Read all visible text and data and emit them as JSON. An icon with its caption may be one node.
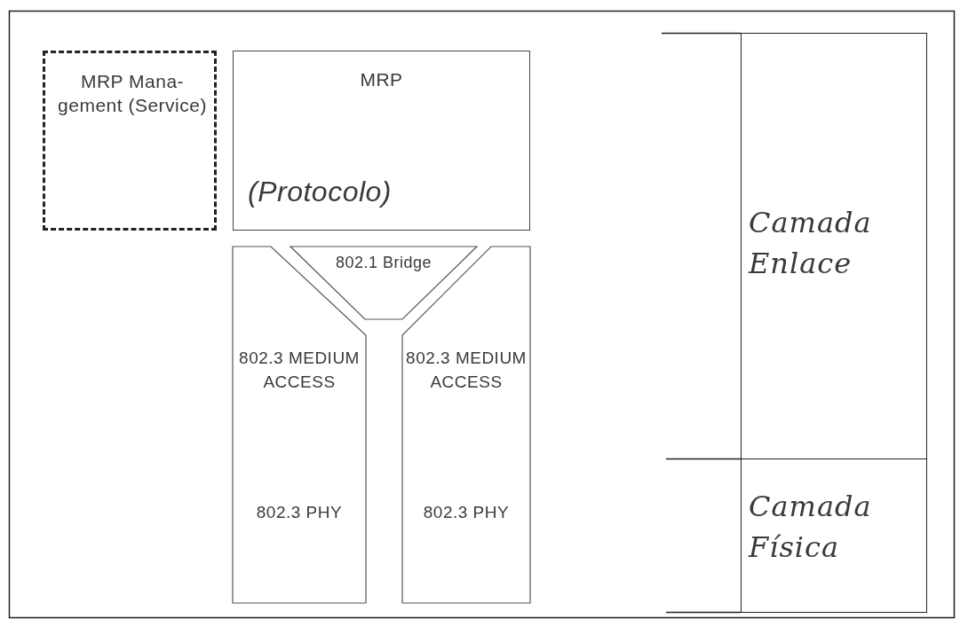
{
  "diagram": {
    "nodes": [
      {
        "text": [
          "MRP Mana- gement (Service)"
        ]
      },
      {
        "text": [
          "MRP",
          "(Protocolo)"
        ]
      },
      {
        "text": [
          "802.1 Bridge"
        ]
      },
      {
        "text": [
          "802.3 MEDIUM ACCESS",
          "802.3 PHY"
        ]
      },
      {
        "text": [
          "802.3 MEDIUM ACCESS",
          "802.3 PHY"
        ]
      },
      {
        "text": [
          "Camada Enlace"
        ]
      },
      {
        "text": [
          "Camada Física"
        ]
      }
    ]
  }
}
